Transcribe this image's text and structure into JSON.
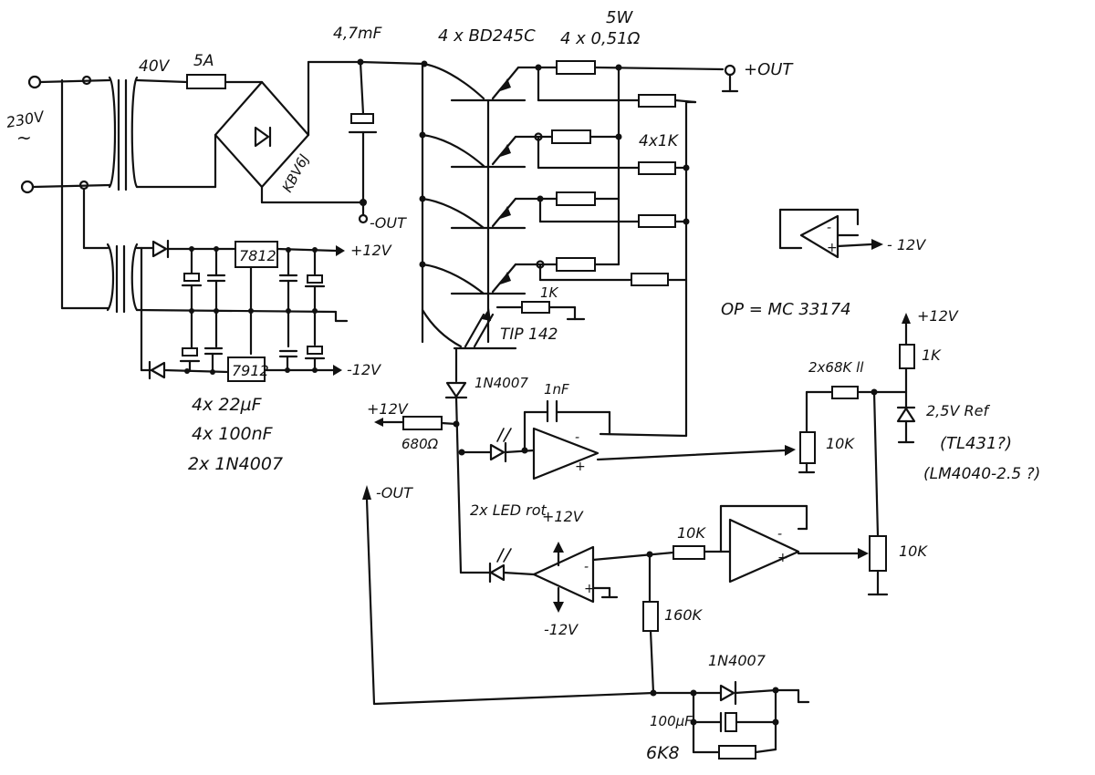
{
  "labels": {
    "mains": "230V",
    "mains_tilde": "~",
    "sec_voltage": "40V",
    "fuse": "5A",
    "bridge": "KBV6J",
    "main_cap": "4,7mF",
    "transistors": "4 x BD245C",
    "power_rating": "5W",
    "emitter_res": "4 x 0,51Ω",
    "pos_out": "+OUT",
    "neg_out": "-OUT",
    "res_4x1k": "4x1K",
    "reg_pos": "7812",
    "reg_neg": "7912",
    "rail_p12": "+12V",
    "rail_m12": "-12V",
    "driver_res": "1K",
    "driver_transistor": "TIP 142",
    "parts_caps_el": "4x 22µF",
    "parts_caps": "4x 100nF",
    "parts_diodes": "2x 1N4007",
    "opamp_note": "OP = MC 33174",
    "opamp_spare_out": "- 12V",
    "ref_supply": "+12V",
    "ref_res": "1K",
    "ref_divider": "2x68K ll",
    "ref_label": "2,5V Ref",
    "ref_opt1": "(TL431?)",
    "ref_opt2": "(LM4040-2.5 ?)",
    "pot1": "10K",
    "pot2": "10K",
    "diode_series": "1N4007",
    "comp_cap": "1nF",
    "led_supply": "+12V",
    "led_res": "680Ω",
    "leds": "2x LED rot",
    "op2_pos": "+12V",
    "op2_neg": "-12V",
    "res_10k": "10K",
    "res_160k": "160K",
    "neg_out_bottom": "-OUT",
    "diode_bottom": "1N4007",
    "cap_bottom": "100µF",
    "res_6k8": "6K8",
    "opamp_minus": "-",
    "opamp_plus": "+"
  }
}
